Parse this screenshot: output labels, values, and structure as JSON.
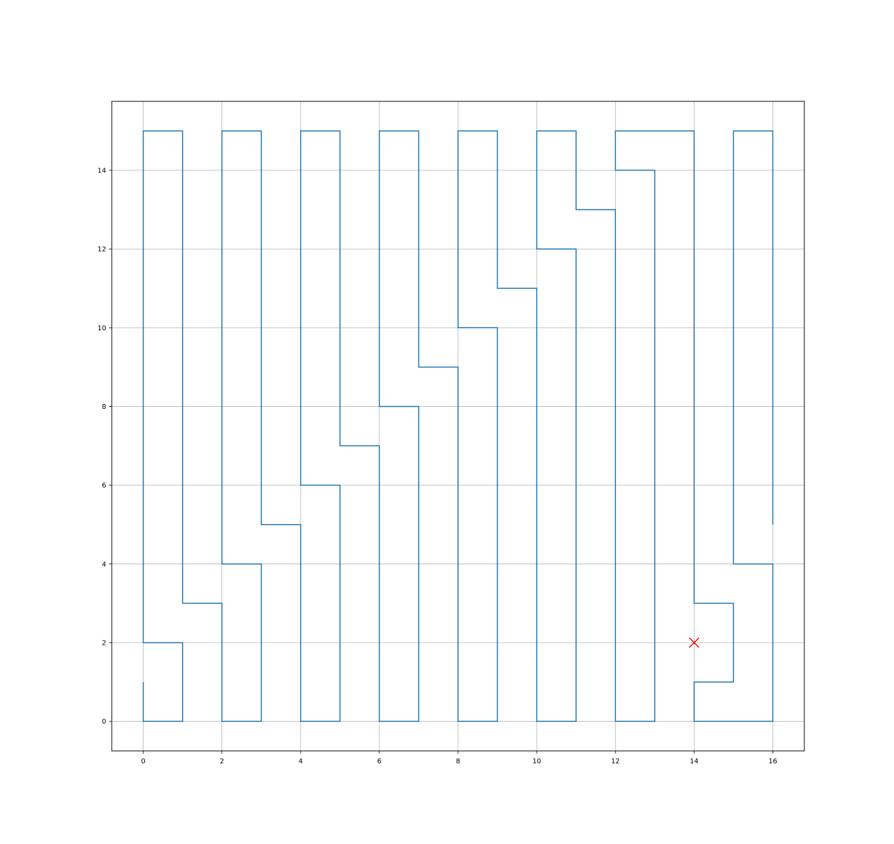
{
  "chart_data": {
    "type": "line",
    "title": "",
    "xlabel": "",
    "ylabel": "",
    "xlim": [
      -0.8,
      16.8
    ],
    "ylim": [
      -0.75,
      15.75
    ],
    "grid": true,
    "x_ticks": [
      0,
      2,
      4,
      6,
      8,
      10,
      12,
      14,
      16
    ],
    "y_ticks": [
      0,
      2,
      4,
      6,
      8,
      10,
      12,
      14
    ],
    "series": [
      {
        "color": "#1f77b4",
        "points": [
          [
            0,
            1
          ],
          [
            0,
            0
          ],
          [
            1,
            0
          ],
          [
            1,
            2
          ],
          [
            0,
            2
          ],
          [
            0,
            15
          ],
          [
            1,
            15
          ],
          [
            1,
            3
          ],
          [
            2,
            3
          ],
          [
            2,
            0
          ],
          [
            3,
            0
          ],
          [
            3,
            4
          ],
          [
            2,
            4
          ],
          [
            2,
            15
          ],
          [
            3,
            15
          ],
          [
            3,
            5
          ],
          [
            4,
            5
          ],
          [
            4,
            0
          ],
          [
            5,
            0
          ],
          [
            5,
            6
          ],
          [
            4,
            6
          ],
          [
            4,
            15
          ],
          [
            5,
            15
          ],
          [
            5,
            7
          ],
          [
            6,
            7
          ],
          [
            6,
            0
          ],
          [
            7,
            0
          ],
          [
            7,
            8
          ],
          [
            6,
            8
          ],
          [
            6,
            15
          ],
          [
            7,
            15
          ],
          [
            7,
            9
          ],
          [
            8,
            9
          ],
          [
            8,
            0
          ],
          [
            9,
            0
          ],
          [
            9,
            10
          ],
          [
            8,
            10
          ],
          [
            8,
            15
          ],
          [
            9,
            15
          ],
          [
            9,
            11
          ],
          [
            10,
            11
          ],
          [
            10,
            0
          ],
          [
            11,
            0
          ],
          [
            11,
            12
          ],
          [
            10,
            12
          ],
          [
            10,
            15
          ],
          [
            11,
            15
          ],
          [
            11,
            13
          ],
          [
            12,
            13
          ],
          [
            12,
            0
          ],
          [
            13,
            0
          ],
          [
            13,
            14
          ],
          [
            12,
            14
          ],
          [
            12,
            15
          ],
          [
            14,
            15
          ],
          [
            14,
            3
          ],
          [
            15,
            3
          ],
          [
            15,
            1
          ],
          [
            14,
            1
          ],
          [
            14,
            0
          ],
          [
            16,
            0
          ],
          [
            16,
            4
          ],
          [
            15,
            4
          ],
          [
            15,
            15
          ],
          [
            16,
            15
          ],
          [
            16,
            5
          ]
        ]
      }
    ],
    "markers": [
      {
        "x": 14,
        "y": 2,
        "shape": "x",
        "color": "#ff0000"
      }
    ]
  }
}
